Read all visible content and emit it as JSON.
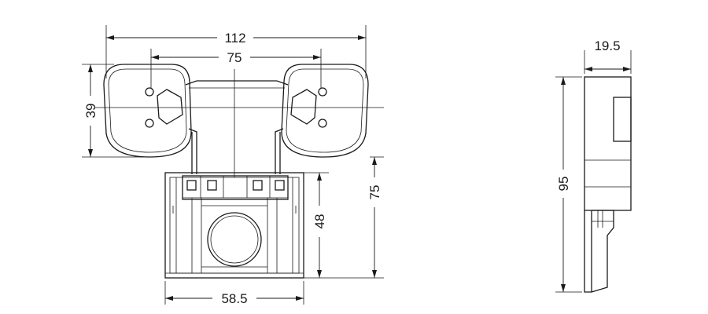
{
  "dimensions": {
    "overall_width": "112",
    "mount_hole_spacing": "75",
    "head_height": "39",
    "base_width": "58.5",
    "base_height": "48",
    "overall_height": "75",
    "side_depth": "19.5",
    "side_height": "95"
  }
}
